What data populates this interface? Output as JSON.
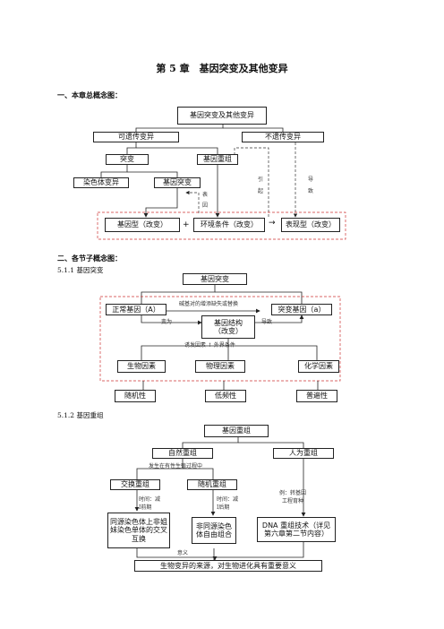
{
  "page": {
    "title": "第 5 章　基因突变及其他变异",
    "section1": "一、本章总概念图：",
    "section2": "二、各节子概念图：",
    "sub1": "5.1.1 基因突变",
    "sub2": "5.1.2  基因重组"
  },
  "map1": {
    "root": "基因突变及其他变异",
    "heritable": "可遗传变异",
    "nonheritable": "不遗传变异",
    "mutation": "突变",
    "recombination": "基因重组",
    "chrom_variation": "染色体变异",
    "gene_mutation": "基因突变",
    "genotype": "基因型（改变）",
    "plus": "+",
    "environment": "环境条件（改变）",
    "arrow_eq": "→",
    "phenotype": "表现型（改变）",
    "note_cause": "表",
    "note_cause2": "因",
    "note_yin": "引",
    "note_qi": "起",
    "note_fa": "导",
    "note_sheng": "致"
  },
  "map2": {
    "root": "基因突变",
    "normal": "正常基因（A）",
    "mutant": "突变基因（a）",
    "note_top": "碱基对的增添缺失或替换",
    "structure": "基因结构\n（改变）",
    "note_left": "变为",
    "note_right": "导致",
    "note_mid": "诱发因素 ↑ 外界条件",
    "bio": "生物因素",
    "phys": "物理因素",
    "chem": "化学因素",
    "random": "随机性",
    "low": "低频性",
    "universal": "普遍性"
  },
  "map3": {
    "root": "基因重组",
    "natural": "自然重组",
    "artificial": "人为重组",
    "note_nat": "发生在有性生殖过程中",
    "crossover": "交换重组",
    "random": "随机重组",
    "note_time1": "时间：减Ⅰ前期",
    "note_time2": "时间：减Ⅰ后期",
    "note_art": "例：转基因\n工程育种",
    "homolog": "同源染色体上非姐妹染色单体的交叉互换",
    "nonhomolog": "非同源染色体自由组合",
    "dna": "DNA 重组技术（详见第六章第二节内容）",
    "note_bot": "意义",
    "meaning": "生物变异的来源，对生物进化具有重要意义"
  }
}
